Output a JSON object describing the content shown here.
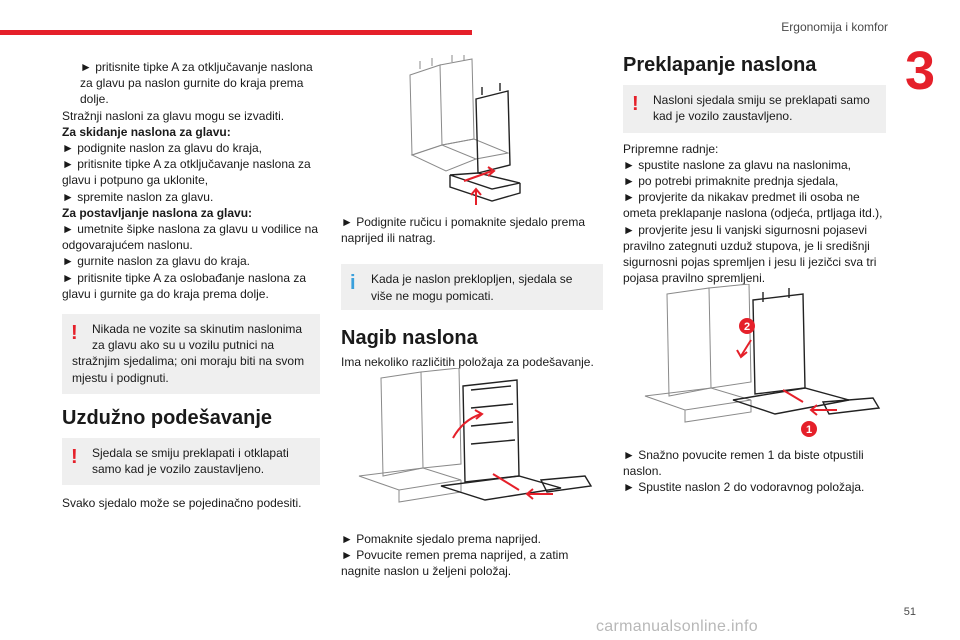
{
  "header": {
    "section_title": "Ergonomija i komfor",
    "chapter_number": "3",
    "page_number": "51"
  },
  "watermark": "carmanualsonline.info",
  "col1": {
    "lines_a": [
      "► pritisnite tipke A za otključavanje naslona",
      "za glavu pa naslon gurnite do kraja prema",
      "dolje."
    ],
    "lines_b": [
      "Stražnji nasloni za glavu mogu se izvaditi.",
      "Za skidanje naslona za glavu:",
      "► podignite naslon za glavu do kraja,",
      "► pritisnite tipke A za otključavanje naslona za",
      "glavu i potpuno ga uklonite,",
      "► spremite naslon za glavu.",
      "Za postavljanje naslona za glavu:",
      "► umetnite šipke naslona za glavu u vodilice na",
      "odgovarajućem naslonu.",
      "► gurnite naslon za glavu do kraja.",
      "► pritisnite tipke A za oslobađanje naslona za",
      "glavu i gurnite ga do kraja prema dolje."
    ],
    "warning_1": [
      "Nikada ne vozite sa skinutim naslonima",
      "za glavu ako su u vozilu putnici na",
      "stražnjim sjedalima; oni moraju biti na svom",
      "mjestu i podignuti."
    ],
    "heading": "Uzdužno podešavanje",
    "warning_2": [
      "Sjedala se smiju preklapati i otklapati",
      "samo kad je vozilo zaustavljeno."
    ],
    "para": "Svako sjedalo može se pojedinačno podesiti."
  },
  "col2": {
    "para_1": [
      "► Podignite ručicu i pomaknite sjedalo prema",
      "naprijed ili natrag."
    ],
    "info": [
      "Kada je naslon preklopljen, sjedala se",
      "više ne mogu pomicati."
    ],
    "heading": "Nagib naslona",
    "para_2": "Ima nekoliko različitih položaja za podešavanje.",
    "para_3": [
      "► Pomaknite sjedalo prema naprijed.",
      "► Povucite remen prema naprijed, a zatim",
      "nagnite naslon u željeni položaj."
    ]
  },
  "col3": {
    "heading": "Preklapanje naslona",
    "warning": [
      "Nasloni sjedala smiju se preklapati samo",
      "kad je vozilo zaustavljeno."
    ],
    "lines": [
      "Pripremne radnje:",
      "► spustite naslone za glavu na naslonima,",
      "► po potrebi primaknite prednja sjedala,",
      "► provjerite da nikakav predmet ili osoba ne",
      "ometa preklapanje naslona (odjeća, prtljaga itd.),",
      "► provjerite jesu li vanjski sigurnosni pojasevi",
      "pravilno zategnuti uzduž stupova, je li središnji",
      "sigurnosni pojas spremljen i jesu li jezičci sva tri",
      "pojasa pravilno spremljeni."
    ],
    "steps": [
      "► Snažno povucite remen 1 da biste otpustili",
      "naslon.",
      "► Spustite naslon 2 do vodoravnog položaja."
    ],
    "callouts": [
      "1",
      "2"
    ]
  },
  "colors": {
    "accent": "#e5202a",
    "info": "#3aa0dc",
    "note_bg": "#efefef"
  }
}
